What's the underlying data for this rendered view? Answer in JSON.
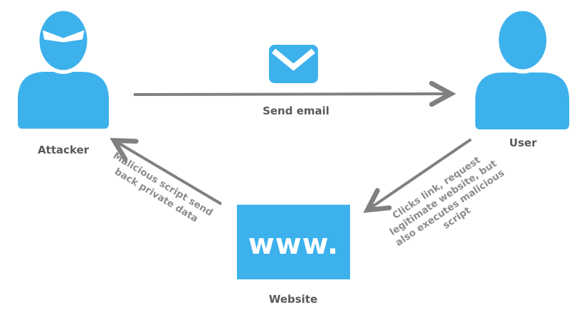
{
  "nodes": {
    "attacker": {
      "label": "Attacker",
      "icon": "masked-person-icon"
    },
    "user": {
      "label": "User",
      "icon": "person-icon"
    },
    "website": {
      "label": "Website",
      "box_text": "www.",
      "icon": "www-box"
    }
  },
  "arrows": {
    "send_email": {
      "label": "Send email",
      "icon": "envelope-icon",
      "from": "Attacker",
      "to": "User"
    },
    "user_to_website": {
      "label": "Clicks link, request\nlegitimate website, but\nalso executes malicious\nscript",
      "from": "User",
      "to": "Website"
    },
    "website_to_attacker": {
      "label": "Malicious script send\nback private data",
      "from": "Website",
      "to": "Attacker"
    }
  },
  "colors": {
    "primary_blue": "#3db1ec",
    "arrow_gray": "#808080",
    "label_dark_gray": "#595959",
    "annotation_gray": "#8c8c8c",
    "background": "#ffffff"
  }
}
